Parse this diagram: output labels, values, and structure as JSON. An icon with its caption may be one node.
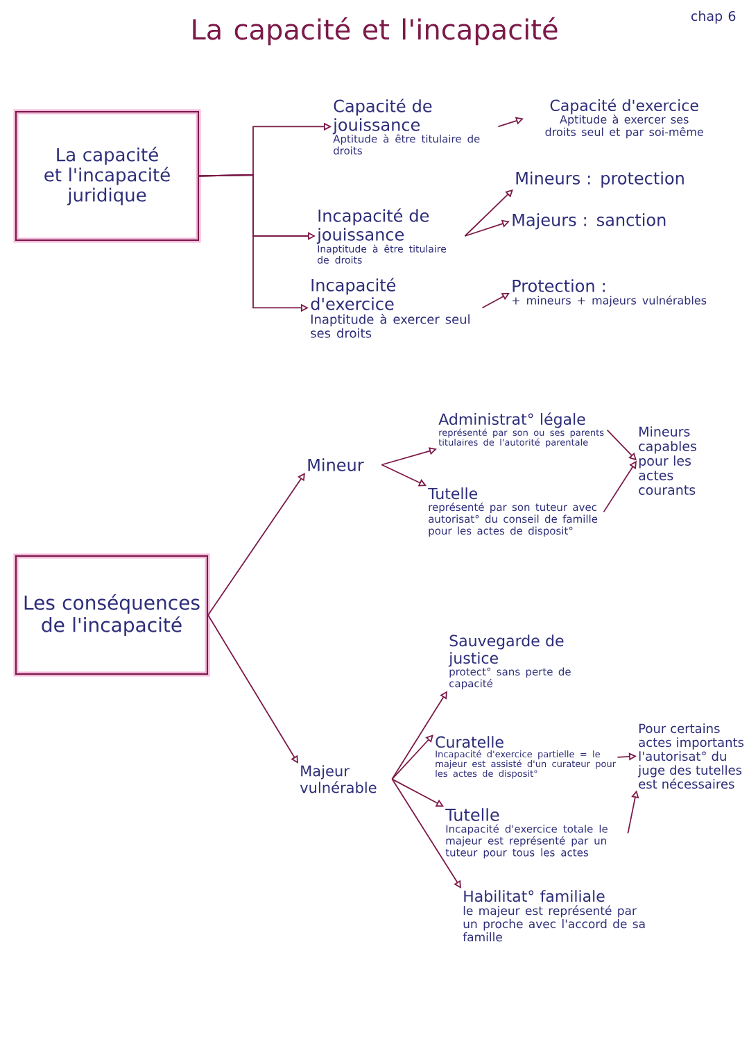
{
  "diagram": {
    "title": "La capacité et l'incapacité",
    "nodes": [
      {
        "text": [
          "La capacité et l'incapacité juridique"
        ]
      },
      {
        "text": [
          "Capacité de jouissance",
          "Aptitude à être titulaire de droits"
        ]
      },
      {
        "text": [
          "Capacité d'exercice",
          "Aptitude à exercer ses droits seul et par soi-même"
        ]
      },
      {
        "text": [
          "Incapacité de jouissance",
          "Inaptitude à être titulaire de droits"
        ]
      },
      {
        "text": [
          "Incapacité d'exercice",
          "Inaptitude à exercer seul ses droits"
        ]
      },
      {
        "text": [
          "Mineurs : protection"
        ]
      },
      {
        "text": [
          "Majeurs : sanction"
        ]
      },
      {
        "text": [
          "Protection :",
          "+ mineurs + majeurs vulnérables"
        ]
      },
      {
        "text": [
          "Les conséquences de l'incapacité"
        ]
      },
      {
        "text": [
          "Mineur"
        ]
      },
      {
        "text": [
          "Majeur vulnérable"
        ]
      },
      {
        "text": [
          "Administrat° légale",
          "représenté par son ou ses parents titulaires de l'autorité parentale"
        ]
      },
      {
        "text": [
          "Tutelle",
          "représenté par son tuteur avec autorisat° du conseil de famille pour les actes de disposit°"
        ]
      },
      {
        "text": [
          "Mineurs capables pour les actes courants"
        ]
      },
      {
        "text": [
          "Sauvegarde de justice",
          "protect° sans perte de capacité"
        ]
      },
      {
        "text": [
          "Curatelle",
          "Incapacité d'exercice partielle = le majeur est assisté d'un curateur pour les actes de disposit°"
        ]
      },
      {
        "text": [
          "Tutelle",
          "Incapacité d'exercice totale le majeur est représenté par un tuteur pour tous les actes"
        ]
      },
      {
        "text": [
          "Pour certains actes importants l'autorisat° du juge des tutelles est nécessaires"
        ]
      },
      {
        "text": [
          "Habilitat° familiale",
          "le majeur est représenté par un proche avec l'accord de sa famille"
        ]
      }
    ],
    "edges": [
      {
        "from": 0,
        "to": 1,
        "arrow": "to"
      },
      {
        "from": 0,
        "to": 3,
        "arrow": "to"
      },
      {
        "from": 0,
        "to": 4,
        "arrow": "to"
      },
      {
        "from": 1,
        "to": 2,
        "arrow": "to"
      },
      {
        "from": 3,
        "to": 5,
        "arrow": "to"
      },
      {
        "from": 3,
        "to": 6,
        "arrow": "to"
      },
      {
        "from": 4,
        "to": 7,
        "arrow": "to"
      },
      {
        "from": 8,
        "to": 9,
        "arrow": "to"
      },
      {
        "from": 8,
        "to": 10,
        "arrow": "to"
      },
      {
        "from": 9,
        "to": 11,
        "arrow": "to"
      },
      {
        "from": 9,
        "to": 12,
        "arrow": "to"
      },
      {
        "from": 11,
        "to": 13,
        "arrow": "to"
      },
      {
        "from": 12,
        "to": 13,
        "arrow": "to"
      },
      {
        "from": 10,
        "to": 14,
        "arrow": "to"
      },
      {
        "from": 10,
        "to": 15,
        "arrow": "to"
      },
      {
        "from": 10,
        "to": 16,
        "arrow": "to"
      },
      {
        "from": 10,
        "to": 18,
        "arrow": "to"
      },
      {
        "from": 15,
        "to": 17,
        "arrow": "to"
      },
      {
        "from": 16,
        "to": 17,
        "arrow": "to"
      }
    ],
    "labels": [
      "chap 6"
    ]
  }
}
